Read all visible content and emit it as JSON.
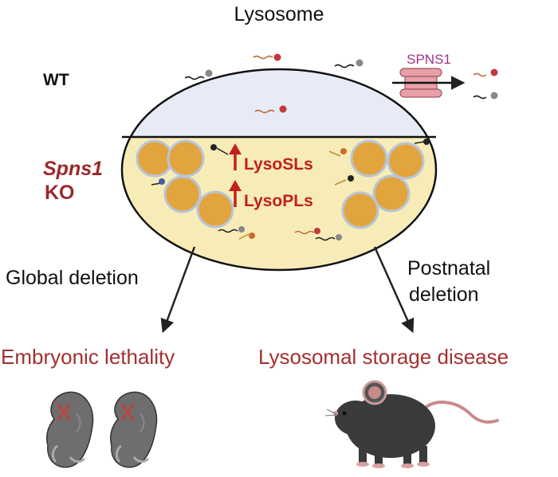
{
  "title": "Lysosome",
  "wt_label": "WT",
  "ko": {
    "gene": "Spns1",
    "suffix": "KO"
  },
  "transporter": "SPNS1",
  "lyso_sl": "LysoSLs",
  "lyso_pl": "LysoPLs",
  "global": "Global deletion",
  "postnatal": {
    "line1": "Postnatal",
    "line2": "deletion"
  },
  "outcome_left": "Embryonic lethality",
  "outcome_right": "Lysosomal storage disease",
  "embryo_mark": "X",
  "colors": {
    "wt_fill": "#e6ebf5",
    "ko_fill": "#f7ecb8",
    "vesicle": "#e2a43c",
    "vesicle_ring": "#b9c4d6",
    "accent_red": "#c41e1e",
    "ko_text": "#9b2a2a",
    "outcome_text": "#a33030",
    "transporter": "#e8a0a8",
    "transporter_label": "#a0338a"
  }
}
